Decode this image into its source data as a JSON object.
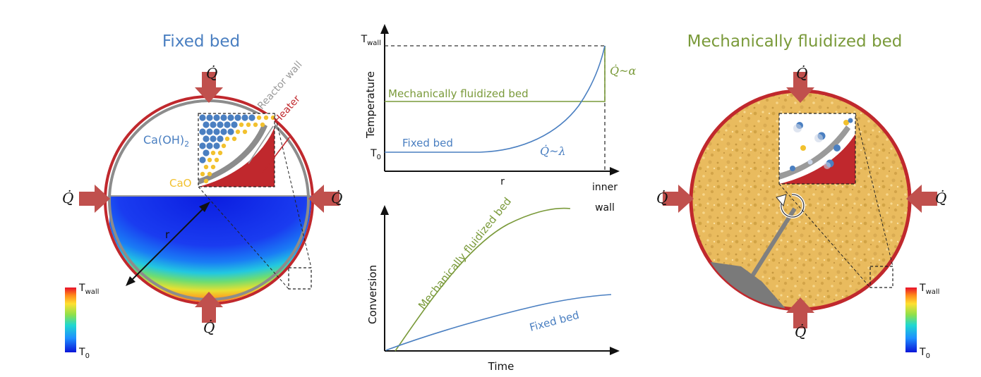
{
  "fixed_bed_panel": {
    "title": "Fixed bed",
    "title_color": "#4a7fc1",
    "heat_symbol": "Q̇",
    "labels": {
      "reactor_wall": "Reactor wall",
      "heater": "Heater",
      "caoh2_main": "Ca(OH)",
      "caoh2_sub": "2",
      "cao": "CaO",
      "radius": "r"
    },
    "colorbar": {
      "top_main": "T",
      "top_sub": "wall",
      "bottom_main": "T",
      "bottom_sub": "0"
    }
  },
  "temperature_chart": {
    "ylabel": "Temperature",
    "xlabel": "r",
    "y_top_main": "T",
    "y_top_sub": "wall",
    "y_bottom_main": "T",
    "y_bottom_sub": "0",
    "x_end_line1": "inner",
    "x_end_line2": "wall",
    "mech_label": "Mechanically fluidized bed",
    "fixed_label": "Fixed bed",
    "ann_alpha": "Q̇~α",
    "ann_lambda": "Q̇~λ"
  },
  "conversion_chart": {
    "ylabel": "Conversion",
    "xlabel": "Time",
    "mech_label": "Mechanically fluidized bed",
    "fixed_label": "Fixed bed"
  },
  "mech_bed_panel": {
    "title": "Mechanically fluidized bed",
    "title_color": "#7a9a3a",
    "heat_symbol": "Q̇",
    "colorbar": {
      "top_main": "T",
      "top_sub": "wall",
      "bottom_main": "T",
      "bottom_sub": "0"
    }
  },
  "colors": {
    "wall_red": "#c0282d",
    "wall_gray": "#8c8c8c",
    "arrow_red": "#c0504d",
    "fixed_blue": "#4a7fc1",
    "mech_green": "#7a9a3a",
    "cao_yellow": "#f2c12e",
    "bed_sand": "#e8b85a"
  }
}
